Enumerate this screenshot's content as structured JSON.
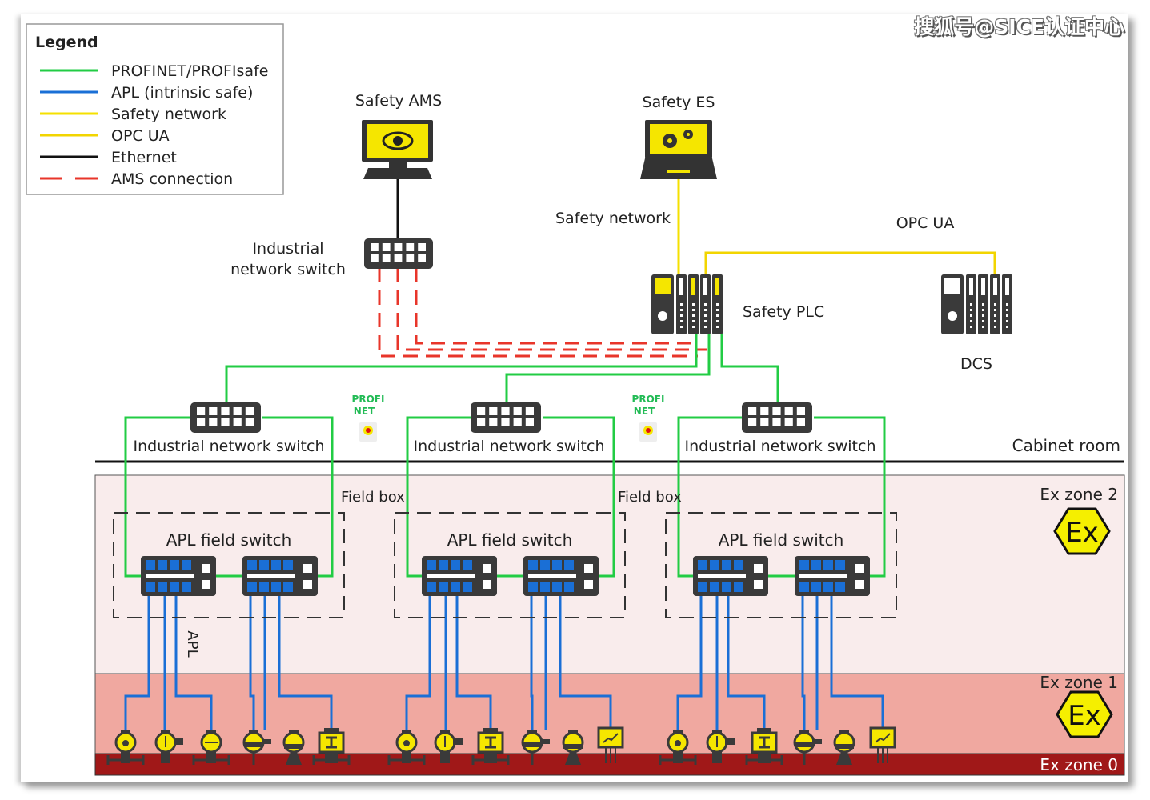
{
  "watermark": "搜狐号@SICE认证中心",
  "colors": {
    "profinet": "#22cc44",
    "apl": "#1a6fd6",
    "safety": "#f5e000",
    "opcua": "#f2d500",
    "ethernet": "#111111",
    "ams": "#e8352a",
    "device_dark": "#3a3a3a",
    "zone2_bg": "#f9ecec",
    "zone1_bg": "#f0a8a0",
    "zone0_bg": "#a01818"
  },
  "legend": {
    "title": "Legend",
    "items": [
      {
        "key": "profinet",
        "label": "PROFINET/PROFIsafe",
        "style": "solid"
      },
      {
        "key": "apl",
        "label": "APL (intrinsic safe)",
        "style": "solid"
      },
      {
        "key": "safety",
        "label": "Safety network",
        "style": "solid"
      },
      {
        "key": "opcua",
        "label": "OPC UA",
        "style": "solid"
      },
      {
        "key": "ethernet",
        "label": "Ethernet",
        "style": "solid"
      },
      {
        "key": "ams",
        "label": "AMS connection",
        "style": "dashed"
      }
    ]
  },
  "nodes": {
    "safety_ams": {
      "label": "Safety AMS",
      "icon": "eye-icon"
    },
    "safety_es": {
      "label": "Safety ES",
      "icon": "gears-icon"
    },
    "top_switch": {
      "label_line1": "Industrial",
      "label_line2": "network switch"
    },
    "safety_plc": {
      "label": "Safety PLC"
    },
    "dcs": {
      "label": "DCS"
    },
    "cabinet_switches": [
      {
        "label": "Industrial network switch"
      },
      {
        "label": "Industrial network switch"
      },
      {
        "label": "Industrial network switch"
      }
    ],
    "field_boxes": [
      {
        "label": "Field box"
      },
      {
        "label": "Field box"
      }
    ],
    "apl_field_switches": [
      {
        "label": "APL field switch"
      },
      {
        "label": "APL field switch"
      },
      {
        "label": "APL field switch"
      }
    ]
  },
  "link_labels": {
    "safety_network": "Safety network",
    "opc_ua": "OPC UA",
    "apl": "APL"
  },
  "zones": {
    "cabinet": "Cabinet room",
    "zone2": "Ex zone 2",
    "zone1": "Ex zone 1",
    "zone0": "Ex zone 0",
    "ex_symbol": "Ex"
  },
  "profinet_logo": {
    "line1": "PROFI",
    "line2": "NET"
  },
  "field_devices": [
    [
      "flow-meter",
      "temperature-transmitter",
      "valve-positioner",
      "level-radar",
      "pressure-transmitter",
      "flow-mag"
    ],
    [
      "flow-meter",
      "temperature-transmitter",
      "flow-mag",
      "level-radar",
      "pressure-transmitter",
      "analyzer"
    ],
    [
      "flow-meter",
      "temperature-transmitter",
      "flow-mag",
      "level-radar",
      "pressure-transmitter",
      "analyzer"
    ]
  ]
}
